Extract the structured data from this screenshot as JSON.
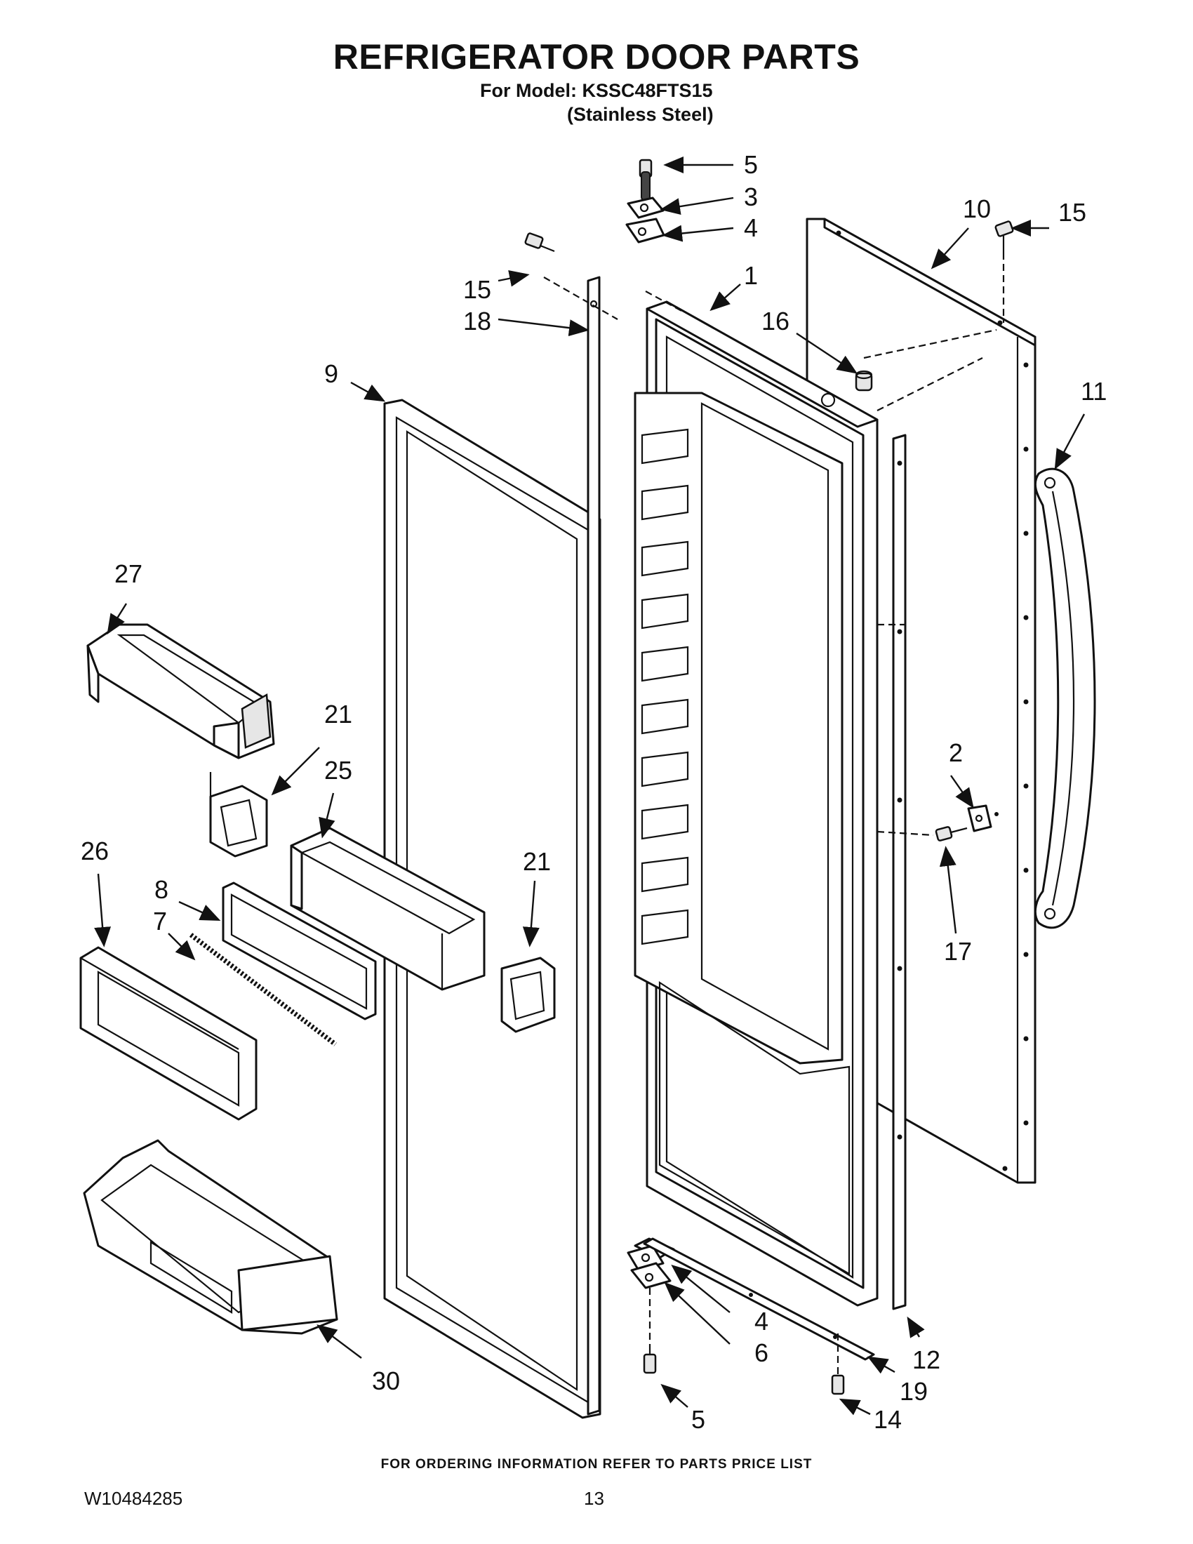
{
  "header": {
    "title": "REFRIGERATOR DOOR PARTS",
    "model_line": "For Model: KSSC48FTS15",
    "variant_line": "(Stainless Steel)"
  },
  "callouts": {
    "p5_top": "5",
    "p3": "3",
    "p4_top": "4",
    "p10": "10",
    "p15_right": "15",
    "p15_left": "15",
    "p18": "18",
    "p1": "1",
    "p16": "16",
    "p9": "9",
    "p11": "11",
    "p27": "27",
    "p21_left": "21",
    "p25": "25",
    "p2": "2",
    "p26": "26",
    "p8": "8",
    "p7": "7",
    "p21_right": "21",
    "p17": "17",
    "p4_bottom": "4",
    "p6": "6",
    "p12": "12",
    "p19": "19",
    "p30": "30",
    "p5_bottom": "5",
    "p14": "14"
  },
  "footer": {
    "ordering_note": "FOR ORDERING INFORMATION REFER TO PARTS PRICE LIST",
    "document_number": "W10484285",
    "page_number": "13"
  },
  "icons": [
    "arrow-leader",
    "part-illustration"
  ]
}
